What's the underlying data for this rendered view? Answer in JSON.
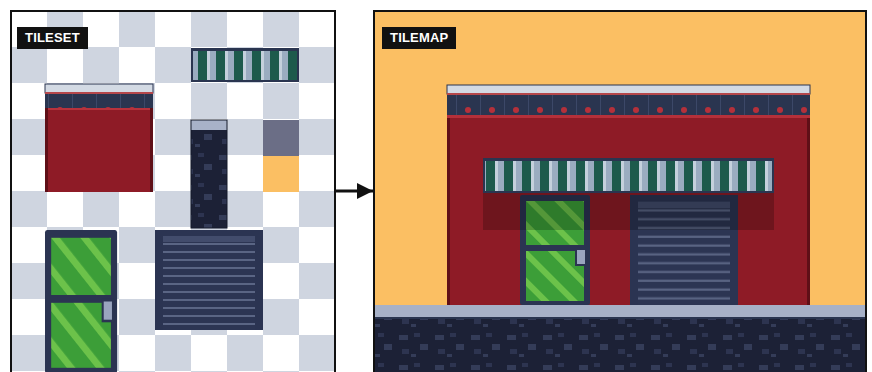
{
  "diagram": {
    "nodes": [
      {
        "text": [
          "TILESET"
        ]
      },
      {
        "text": [
          "TILEMAP"
        ]
      }
    ],
    "edges": [
      {
        "from": 0,
        "to": 1,
        "arrow": "to"
      }
    ]
  }
}
